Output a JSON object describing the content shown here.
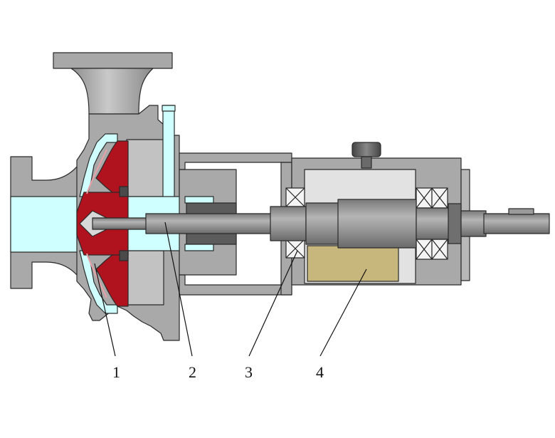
{
  "diagram": {
    "subject": "centrifugal-pump-cross-section",
    "callouts": [
      {
        "id": "1",
        "label": "1"
      },
      {
        "id": "2",
        "label": "2"
      },
      {
        "id": "3",
        "label": "3"
      },
      {
        "id": "4",
        "label": "4"
      }
    ],
    "colors": {
      "casing": "#a9a9a9",
      "casing_light": "#c8c8c8",
      "fluid": "#cfffff",
      "impeller": "#b0121e",
      "shaft": "#8f8f8f",
      "oil": "#c8b77c",
      "dark_part": "#5c5c5c",
      "bearing_box": "#e6e6e6",
      "background": "#ffffff"
    }
  }
}
